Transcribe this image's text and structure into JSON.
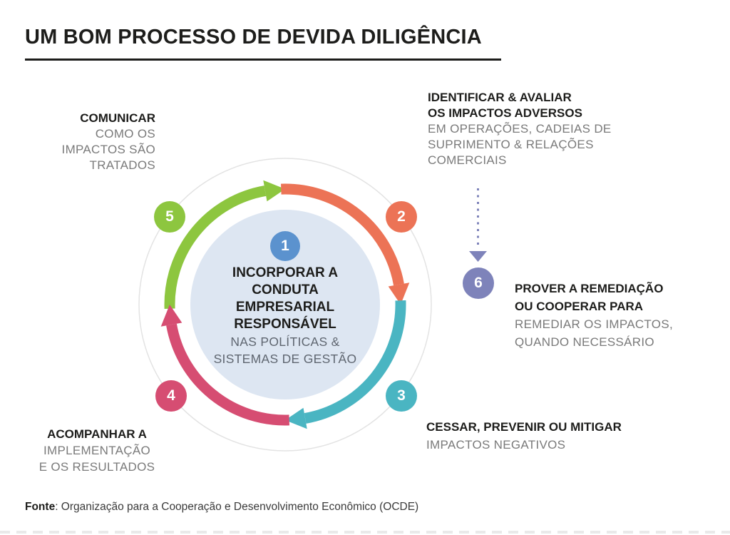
{
  "title": "UM BOM PROCESSO DE DEVIDA DILIGÊNCIA",
  "colors": {
    "green": "#8dc63f",
    "orange": "#ec7356",
    "teal": "#4ab5c2",
    "pink": "#d64d72",
    "blue": "#5b92ce",
    "purple": "#7e83ba",
    "centerfill": "#dde6f2",
    "ring": "#e3e3e3",
    "ink": "#1d1d1b",
    "muted": "#7a7a7a"
  },
  "center": {
    "number": "1",
    "bold1": "INCORPORAR A",
    "bold2": "CONDUTA",
    "bold3": "EMPRESARIAL",
    "bold4": "RESPONSÁVEL",
    "light1": "NAS POLÍTICAS &",
    "light2": "SISTEMAS DE GESTÃO"
  },
  "steps": {
    "s2": {
      "number": "2",
      "bold1": "IDENTIFICAR & AVALIAR",
      "bold2": "OS IMPACTOS ADVERSOS",
      "light1": "EM OPERAÇÕES, CADEIAS DE",
      "light2": "SUPRIMENTO & RELAÇÕES",
      "light3": "COMERCIAIS"
    },
    "s3": {
      "number": "3",
      "bold1": "CESSAR, PREVENIR OU MITIGAR",
      "light1": "IMPACTOS NEGATIVOS"
    },
    "s4": {
      "number": "4",
      "bold1": "ACOMPANHAR A",
      "light1": "IMPLEMENTAÇÃO",
      "light2": "E OS RESULTADOS"
    },
    "s5": {
      "number": "5",
      "bold1": "COMUNICAR",
      "light1": "COMO OS",
      "light2": "IMPACTOS SÃO",
      "light3": "TRATADOS"
    },
    "s6": {
      "number": "6",
      "bold1": "PROVER A REMEDIAÇÃO",
      "bold2": "OU COOPERAR PARA",
      "light1": "REMEDIAR OS IMPACTOS,",
      "light2": "QUANDO NECESSÁRIO"
    }
  },
  "footer": {
    "label": "Fonte",
    "text": ": Organização para a Cooperação e Desenvolvimento Econômico (OCDE)"
  }
}
